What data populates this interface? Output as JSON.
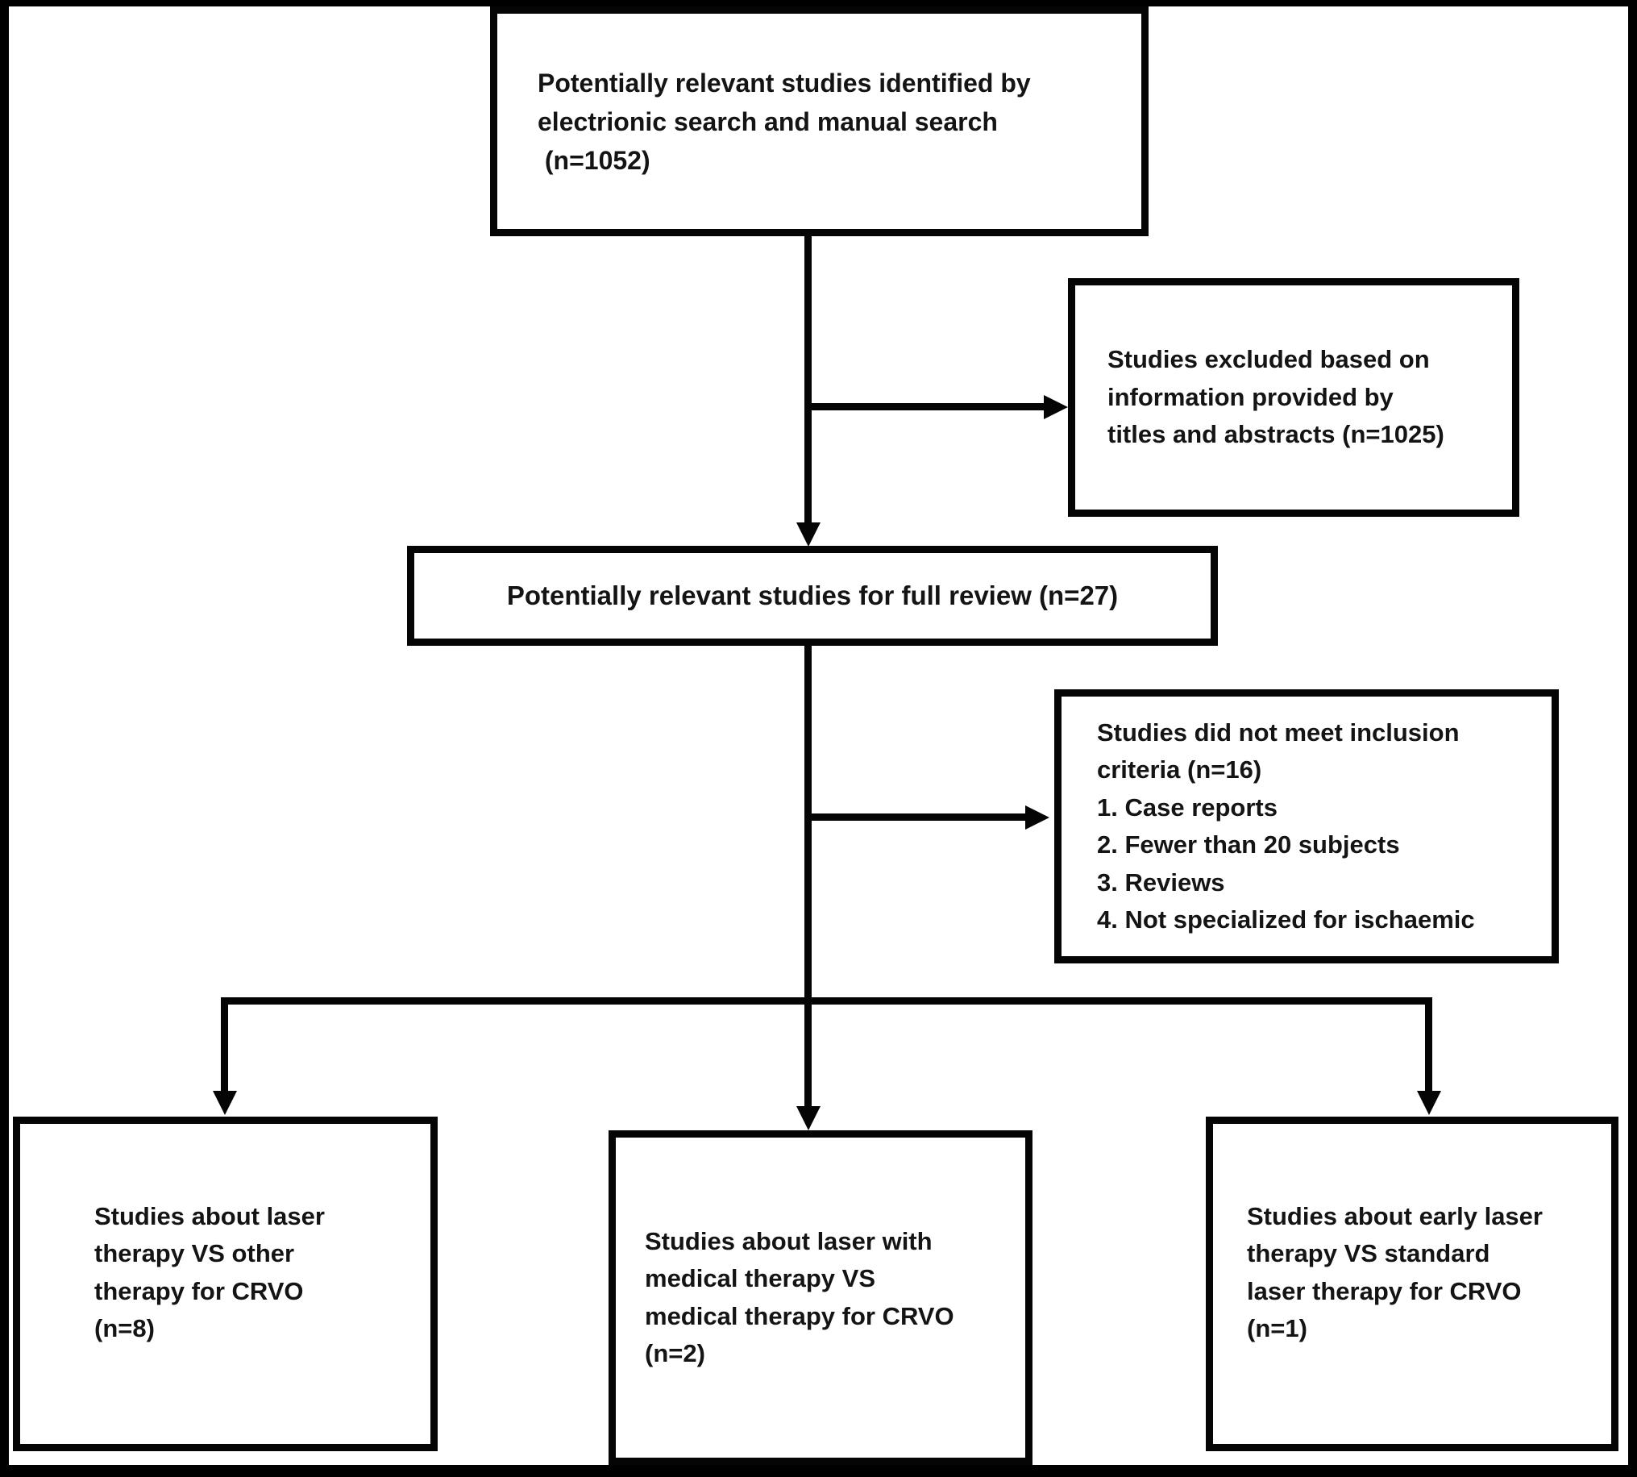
{
  "diagram": {
    "kind": "study-selection-flowchart",
    "colors": {
      "line": "#050505",
      "background": "#ffffff",
      "text": "#141414"
    },
    "nodes": {
      "identified": {
        "text": "Potentially relevant studies identified by\nelectrionic search and manual search\n (n=1052)"
      },
      "excluded_by_titles": {
        "text": "Studies excluded based on\ninformation provided by\ntitles and abstracts (n=1025)"
      },
      "full_review": {
        "text": "Potentially relevant studies for full review (n=27)"
      },
      "not_meeting_criteria": {
        "text": "Studies did not meet inclusion\ncriteria (n=16)\n1. Case reports\n2. Fewer than 20 subjects\n3. Reviews\n4. Not specialized for ischaemic"
      },
      "laser_vs_other": {
        "text": "Studies about laser\ntherapy VS other\ntherapy for CRVO\n(n=8)"
      },
      "laser_medical_vs_medical": {
        "text": "Studies about laser with\nmedical therapy VS\nmedical therapy for CRVO\n(n=2)"
      },
      "early_vs_standard": {
        "text": "Studies about early laser\ntherapy VS standard\nlaser therapy for CRVO\n(n=1)"
      }
    }
  }
}
